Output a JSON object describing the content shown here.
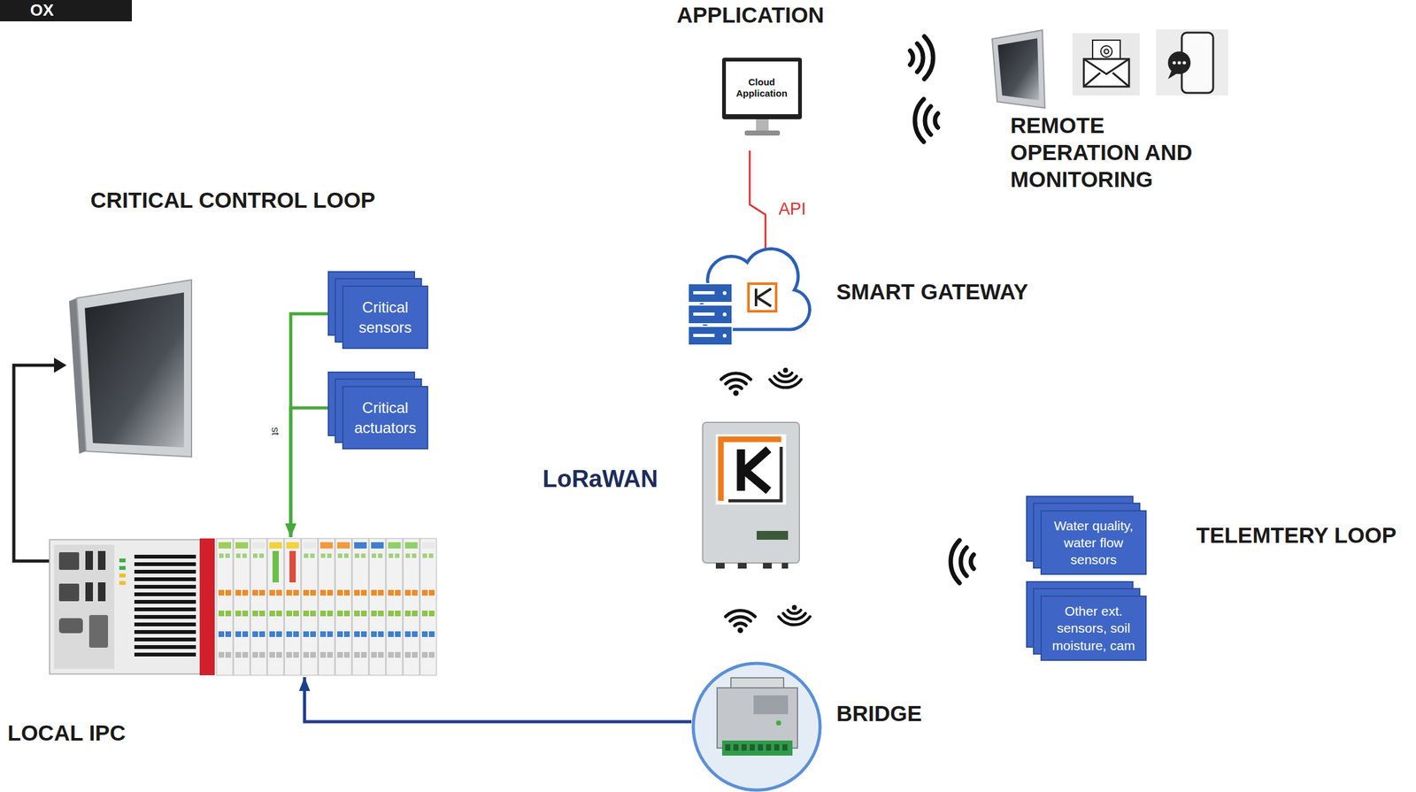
{
  "diagram": {
    "nodes": [
      {
        "text": [
          "APPLICATION",
          "Cloud Application"
        ]
      },
      {
        "text": [
          "SMART GATEWAY"
        ]
      },
      {
        "text": [
          "Critical sensors"
        ]
      },
      {
        "text": [
          "Critical actuators"
        ]
      },
      {
        "text": [
          "LOCAL IPC"
        ]
      },
      {
        "text": [
          "BRIDGE"
        ]
      },
      {
        "text": [
          "Water quality, water flow sensors"
        ]
      },
      {
        "text": [
          "Other ext. sensors, soil moisture, cam"
        ]
      }
    ],
    "edges": [
      {
        "from": 1,
        "to": 0,
        "label": "API",
        "arrow": "none"
      },
      {
        "from": 2,
        "to": 4,
        "arrow": "to"
      },
      {
        "from": 3,
        "to": 4,
        "arrow": "to"
      },
      {
        "from": 5,
        "to": 4,
        "arrow": "to"
      }
    ],
    "labels": [
      "OX",
      "REMOTE OPERATION AND MONITORING",
      "CRITICAL CONTROL LOOP",
      "LoRaWAN",
      "st",
      "TELEMTERY LOOP"
    ]
  }
}
